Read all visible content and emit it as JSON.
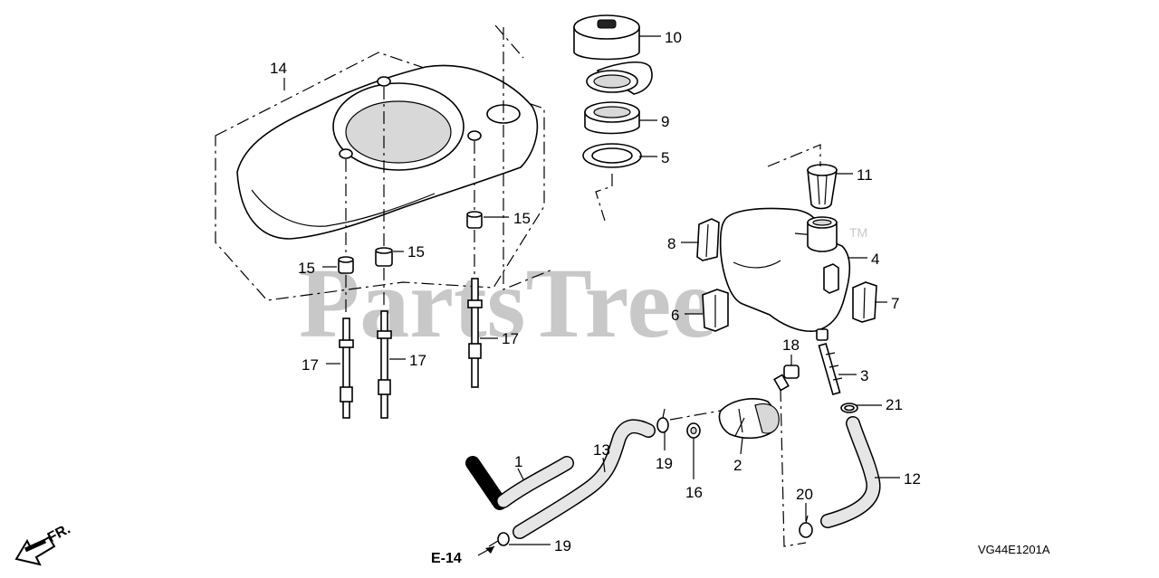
{
  "watermark": "PartsTree",
  "watermark_mark": "TM",
  "diagram_code": "VG44E1201A",
  "front_marker": "FR.",
  "reference": "E-14",
  "callouts": {
    "c1": "1",
    "c2": "2",
    "c3": "3",
    "c4": "4",
    "c5": "5",
    "c6": "6",
    "c7": "7",
    "c8": "8",
    "c9": "9",
    "c10": "10",
    "c11": "11",
    "c12": "12",
    "c13": "13",
    "c14": "14",
    "c15a": "15",
    "c15b": "15",
    "c15c": "15",
    "c16": "16",
    "c17a": "17",
    "c17b": "17",
    "c17c": "17",
    "c18": "18",
    "c19a": "19",
    "c19b": "19",
    "c20": "20",
    "c21": "21"
  }
}
